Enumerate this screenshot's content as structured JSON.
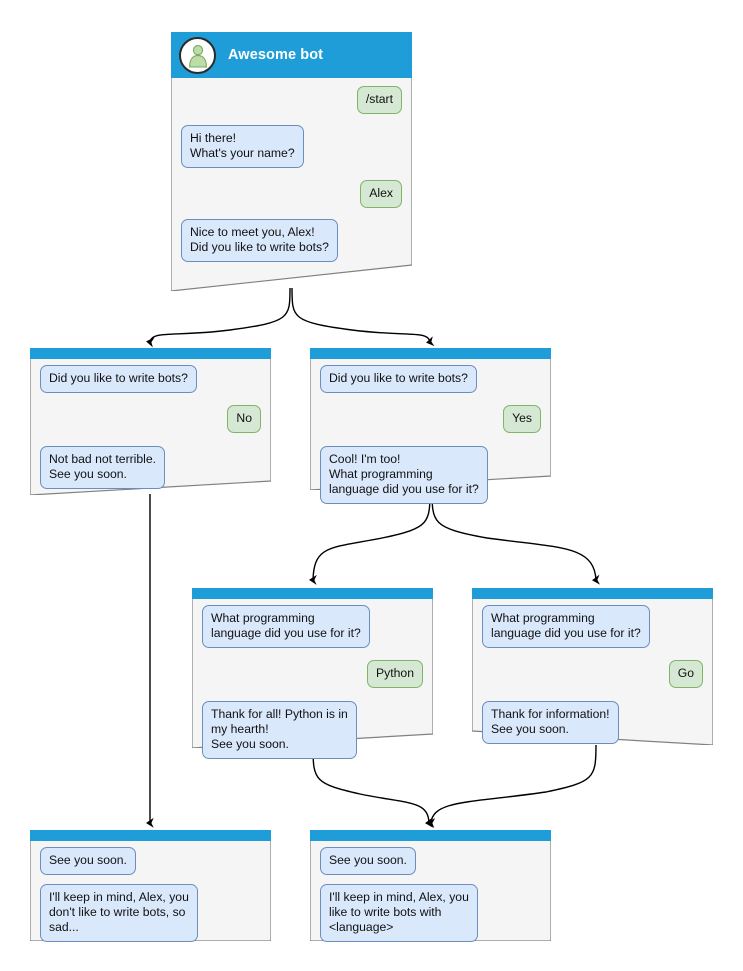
{
  "meta": {
    "diagram_title": "Awesome bot conversation flow",
    "colors": {
      "titlebar_blue": "#1f9dd9",
      "card_background": "#f5f5f5",
      "card_border": "#808080",
      "bot_bubble_fill": "#dae8fc",
      "bot_bubble_stroke": "#6c8ebf",
      "user_bubble_fill": "#d5e8d4",
      "user_bubble_stroke": "#82b366",
      "edge_stroke": "#000000",
      "avatar_person": "#a9d08e",
      "page_background": "#ffffff"
    }
  },
  "nodes": {
    "root": {
      "id": "root",
      "header": {
        "avatar_icon": "person-avatar-icon",
        "title": "Awesome bot"
      },
      "messages": [
        {
          "side": "user",
          "text": "/start"
        },
        {
          "side": "bot",
          "text": "Hi there!\nWhat's your name?"
        },
        {
          "side": "user",
          "text": "Alex"
        },
        {
          "side": "bot",
          "text": "Nice to meet you, Alex!\nDid you like to write bots?"
        }
      ]
    },
    "no_branch": {
      "id": "no_branch",
      "messages": [
        {
          "side": "bot",
          "text": "Did you like to write bots?"
        },
        {
          "side": "user",
          "text": "No"
        },
        {
          "side": "bot",
          "text": "Not bad not terrible.\nSee you soon."
        }
      ]
    },
    "yes_branch": {
      "id": "yes_branch",
      "messages": [
        {
          "side": "bot",
          "text": "Did you like to write bots?"
        },
        {
          "side": "user",
          "text": "Yes"
        },
        {
          "side": "bot",
          "text": "Cool! I'm too!\nWhat programming\nlanguage did you use for it?"
        }
      ]
    },
    "python_branch": {
      "id": "python_branch",
      "messages": [
        {
          "side": "bot",
          "text": "What programming\nlanguage did you use for it?"
        },
        {
          "side": "user",
          "text": "Python"
        },
        {
          "side": "bot",
          "text": "Thank for all! Python is in\nmy hearth!\nSee you soon."
        }
      ]
    },
    "go_branch": {
      "id": "go_branch",
      "messages": [
        {
          "side": "bot",
          "text": "What programming\nlanguage did you use for it?"
        },
        {
          "side": "user",
          "text": "Go"
        },
        {
          "side": "bot",
          "text": "Thank for information!\nSee you soon."
        }
      ]
    },
    "end_no": {
      "id": "end_no",
      "messages": [
        {
          "side": "bot",
          "text": "See you soon."
        },
        {
          "side": "bot",
          "text": "I'll keep in mind, Alex, you\ndon't like to write bots, so\nsad..."
        }
      ]
    },
    "end_yes": {
      "id": "end_yes",
      "messages": [
        {
          "side": "bot",
          "text": "See you soon."
        },
        {
          "side": "bot",
          "text": "I'll keep in mind, Alex, you\nlike to write bots with\n<language>"
        }
      ]
    }
  },
  "edges": [
    {
      "from": "root",
      "to": "no_branch"
    },
    {
      "from": "root",
      "to": "yes_branch"
    },
    {
      "from": "no_branch",
      "to": "end_no"
    },
    {
      "from": "yes_branch",
      "to": "python_branch"
    },
    {
      "from": "yes_branch",
      "to": "go_branch"
    },
    {
      "from": "python_branch",
      "to": "end_yes"
    },
    {
      "from": "go_branch",
      "to": "end_yes"
    }
  ]
}
